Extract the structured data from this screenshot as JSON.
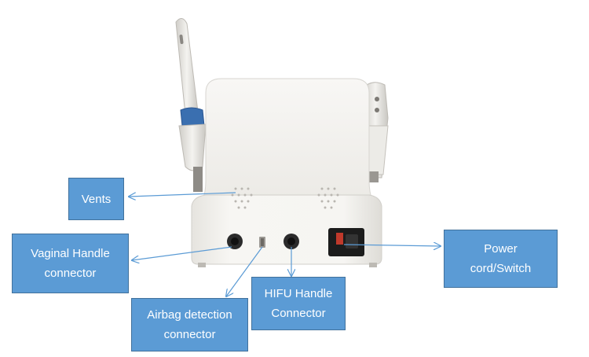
{
  "labels": {
    "vents": "Vents",
    "vaginal_line1": "Vaginal Handle",
    "vaginal_line2": "connector",
    "airbag_line1": "Airbag detection",
    "airbag_line2": "connector",
    "hifu_line1": "HIFU Handle",
    "hifu_line2": "Connector",
    "power_line1": "Power",
    "power_line2": "cord/Switch"
  },
  "colors": {
    "callout_fill": "#5b9bd5",
    "callout_border": "#41719c",
    "arrow": "#5b9bd5",
    "device_body": "#f2f1ee",
    "switch": "#c0392b",
    "probe_ring": "#3a6fb0"
  }
}
